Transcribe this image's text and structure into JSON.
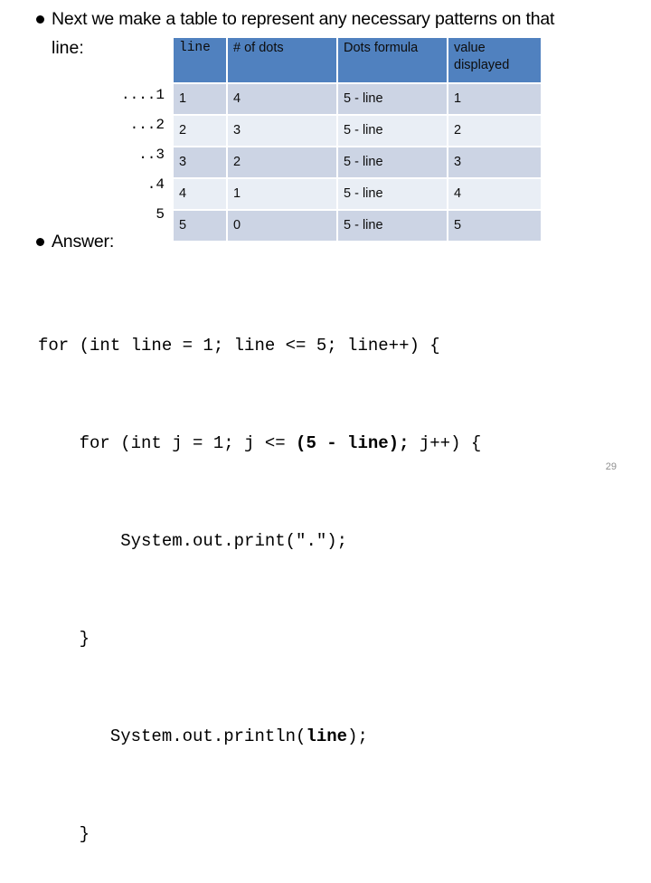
{
  "slide": {
    "intro": {
      "bullet_line1": "Next we make a table to represent any necessary patterns on that",
      "bullet_line2": "line:"
    },
    "answer": {
      "label": "Answer:"
    },
    "page_number": "29"
  },
  "pattern_column": {
    "cells": [
      "....1",
      "...2",
      "..3",
      ".4",
      "5"
    ]
  },
  "table": {
    "headers": [
      "line",
      "# of dots",
      "Dots formula",
      "value displayed"
    ],
    "rows": [
      [
        "1",
        "4",
        "5 - line",
        "1"
      ],
      [
        "2",
        "3",
        "5 - line",
        "2"
      ],
      [
        "3",
        "2",
        "5 - line",
        "3"
      ],
      [
        "4",
        "1",
        "5 - line",
        "4"
      ],
      [
        "5",
        "0",
        "5 - line",
        "5"
      ]
    ]
  },
  "code": {
    "lines": [
      {
        "plain_before": "for (int line = 1; line <= 5; line++) {",
        "bold": "",
        "plain_after": ""
      },
      {
        "plain_before": "    for (int j = 1; j <= ",
        "bold": "(5 - line);",
        "plain_after": " j++) {"
      },
      {
        "plain_before": "        System.out.print(\".\");",
        "bold": "",
        "plain_after": ""
      },
      {
        "plain_before": "    }",
        "bold": "",
        "plain_after": ""
      },
      {
        "plain_before": "       System.out.println(",
        "bold": "line",
        "plain_after": ");"
      },
      {
        "plain_before": "    }",
        "bold": "",
        "plain_after": ""
      }
    ]
  },
  "colors": {
    "header_fill": "#5081bf",
    "row_dark": "#ccd4e4",
    "row_light": "#e9eef5",
    "page_number": "#8f8f8f"
  }
}
